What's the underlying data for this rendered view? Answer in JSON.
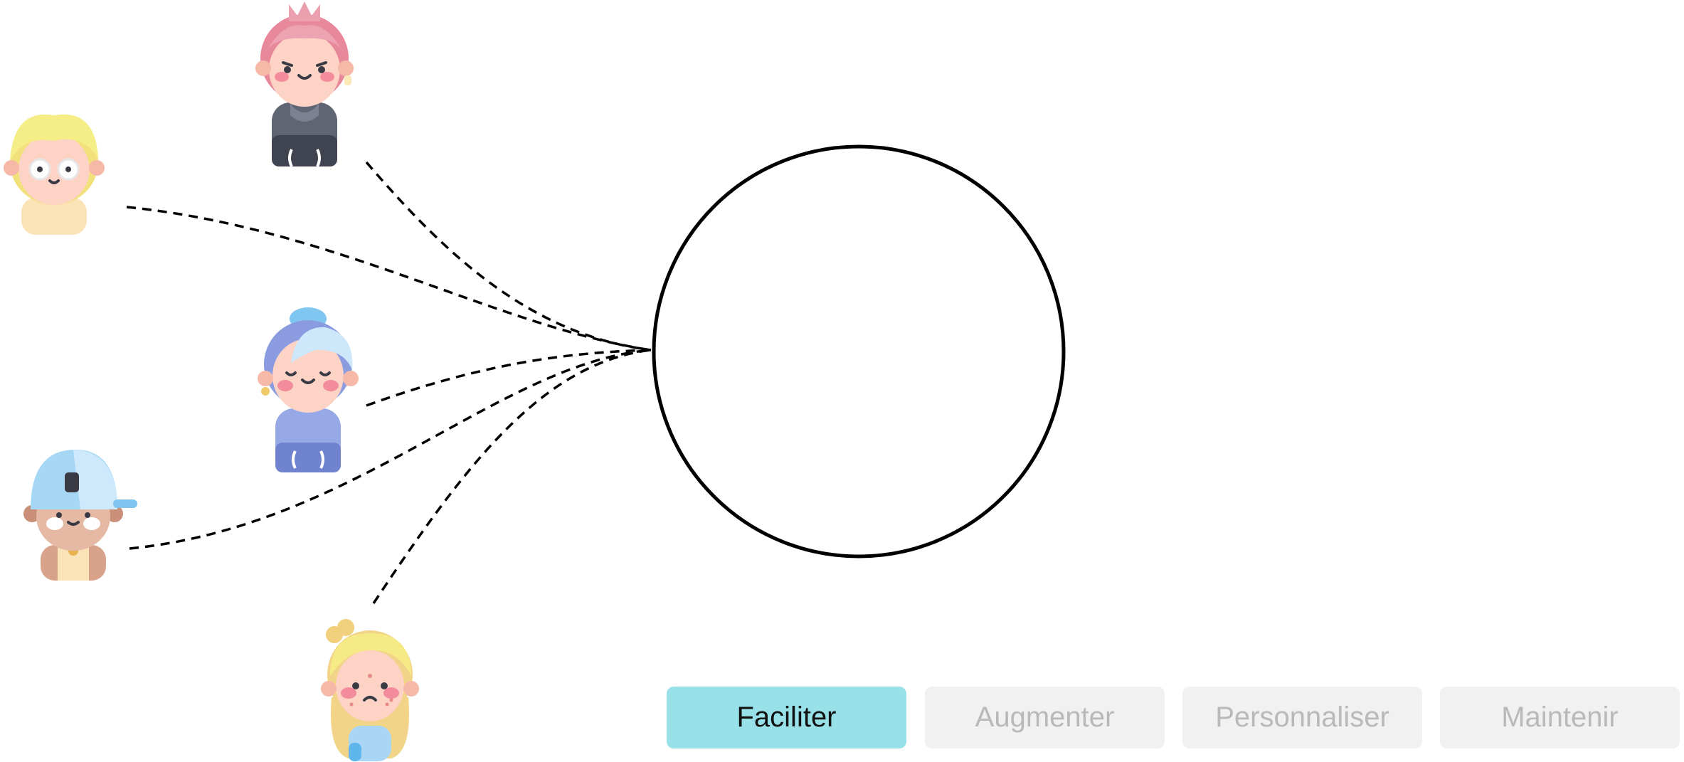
{
  "tabs": [
    {
      "label": "Faciliter",
      "active": true
    },
    {
      "label": "Augmenter",
      "active": false
    },
    {
      "label": "Personnaliser",
      "active": false
    },
    {
      "label": "Maintenir",
      "active": false
    }
  ],
  "colors": {
    "active_tab": "#98e1e8",
    "inactive_tab": "#f1f1f1",
    "inactive_text": "#b9b9b9",
    "connector": "#000000"
  },
  "avatars": [
    {
      "icon": "pink-hair-girl-icon"
    },
    {
      "icon": "blonde-boy-glasses-icon"
    },
    {
      "icon": "blue-hair-girl-icon"
    },
    {
      "icon": "cap-boy-icon"
    },
    {
      "icon": "blonde-girl-freckles-icon"
    }
  ]
}
